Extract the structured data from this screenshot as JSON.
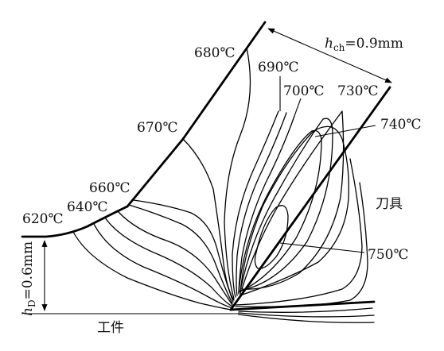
{
  "labels": {
    "hch": "h",
    "hch_sub": "ch",
    "hch_value": "=0.9mm",
    "hd": "h",
    "hd_sub": "D",
    "hd_value": "=0.6mm",
    "tool": "刀具",
    "workpiece": "工件"
  },
  "isotherms": {
    "t620": "620℃",
    "t640": "640℃",
    "t660": "660℃",
    "t670": "670℃",
    "t680": "680℃",
    "t690": "690℃",
    "t700": "700℃",
    "t730": "730℃",
    "t740": "740℃",
    "t750": "750℃"
  }
}
